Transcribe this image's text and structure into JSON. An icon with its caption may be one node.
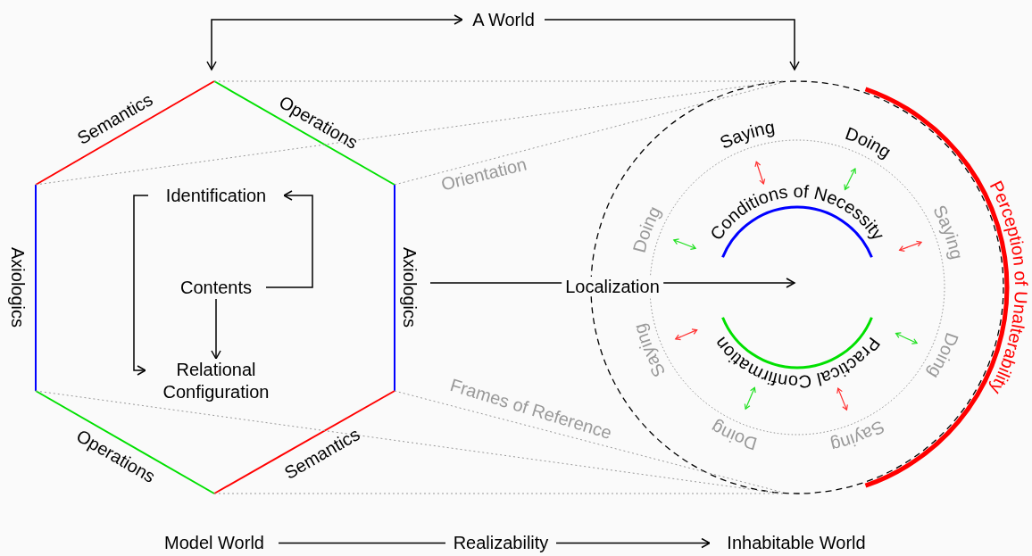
{
  "diagram": {
    "nodes": [
      {
        "text": [
          "A World"
        ]
      },
      {
        "text": [],
        "shape": "hexagon"
      },
      {
        "text": [
          "Identification"
        ],
        "in": 1
      },
      {
        "text": [
          "Contents"
        ],
        "in": 1
      },
      {
        "text": [
          "Relational Configuration"
        ],
        "in": 1
      },
      {
        "text": [],
        "shape": "circle"
      },
      {
        "text": [
          "Model World"
        ]
      },
      {
        "text": [
          "Realizability"
        ]
      },
      {
        "text": [
          "Inhabitable World"
        ]
      }
    ],
    "edges": [
      {
        "from": 0,
        "to": 1,
        "arrow": "both"
      },
      {
        "from": 0,
        "to": 5,
        "arrow": "to"
      },
      {
        "from": 3,
        "to": 2,
        "arrow": "to"
      },
      {
        "from": 2,
        "to": 4,
        "arrow": "to"
      },
      {
        "from": 3,
        "to": 4,
        "arrow": "to"
      },
      {
        "from": 1,
        "to": 5,
        "arrow": "to",
        "label": "Localization"
      },
      {
        "from": 6,
        "to": 7,
        "arrow": "none"
      },
      {
        "from": 7,
        "to": 8,
        "arrow": "to"
      },
      {
        "from": 1,
        "to": 5,
        "arrow": "none",
        "style": "dashed",
        "color": "#999999"
      },
      {
        "from": 1,
        "to": 5,
        "arrow": "none",
        "style": "dashed",
        "color": "#999999"
      },
      {
        "from": 1,
        "to": 5,
        "arrow": "none",
        "style": "dashed",
        "color": "#999999"
      },
      {
        "from": 1,
        "to": 5,
        "arrow": "none",
        "style": "dashed",
        "color": "#999999"
      },
      {
        "from": 1,
        "to": 5,
        "arrow": "none",
        "style": "dashed",
        "color": "#999999"
      },
      {
        "from": 1,
        "to": 5,
        "arrow": "none",
        "style": "dashed",
        "color": "#999999"
      }
    ],
    "labels": [
      "Semantics",
      "Operations",
      "Orientation",
      "Saying",
      "Doing",
      "Axiologics",
      "Axiologics",
      "Doing",
      "Conditions of Necessity",
      "Saying",
      "Perception of Unalterability",
      "Saying",
      "Practical Confirmation",
      "Doing",
      "Frames of Reference",
      "Operations",
      "Semantics",
      "Doing",
      "Saying"
    ]
  }
}
